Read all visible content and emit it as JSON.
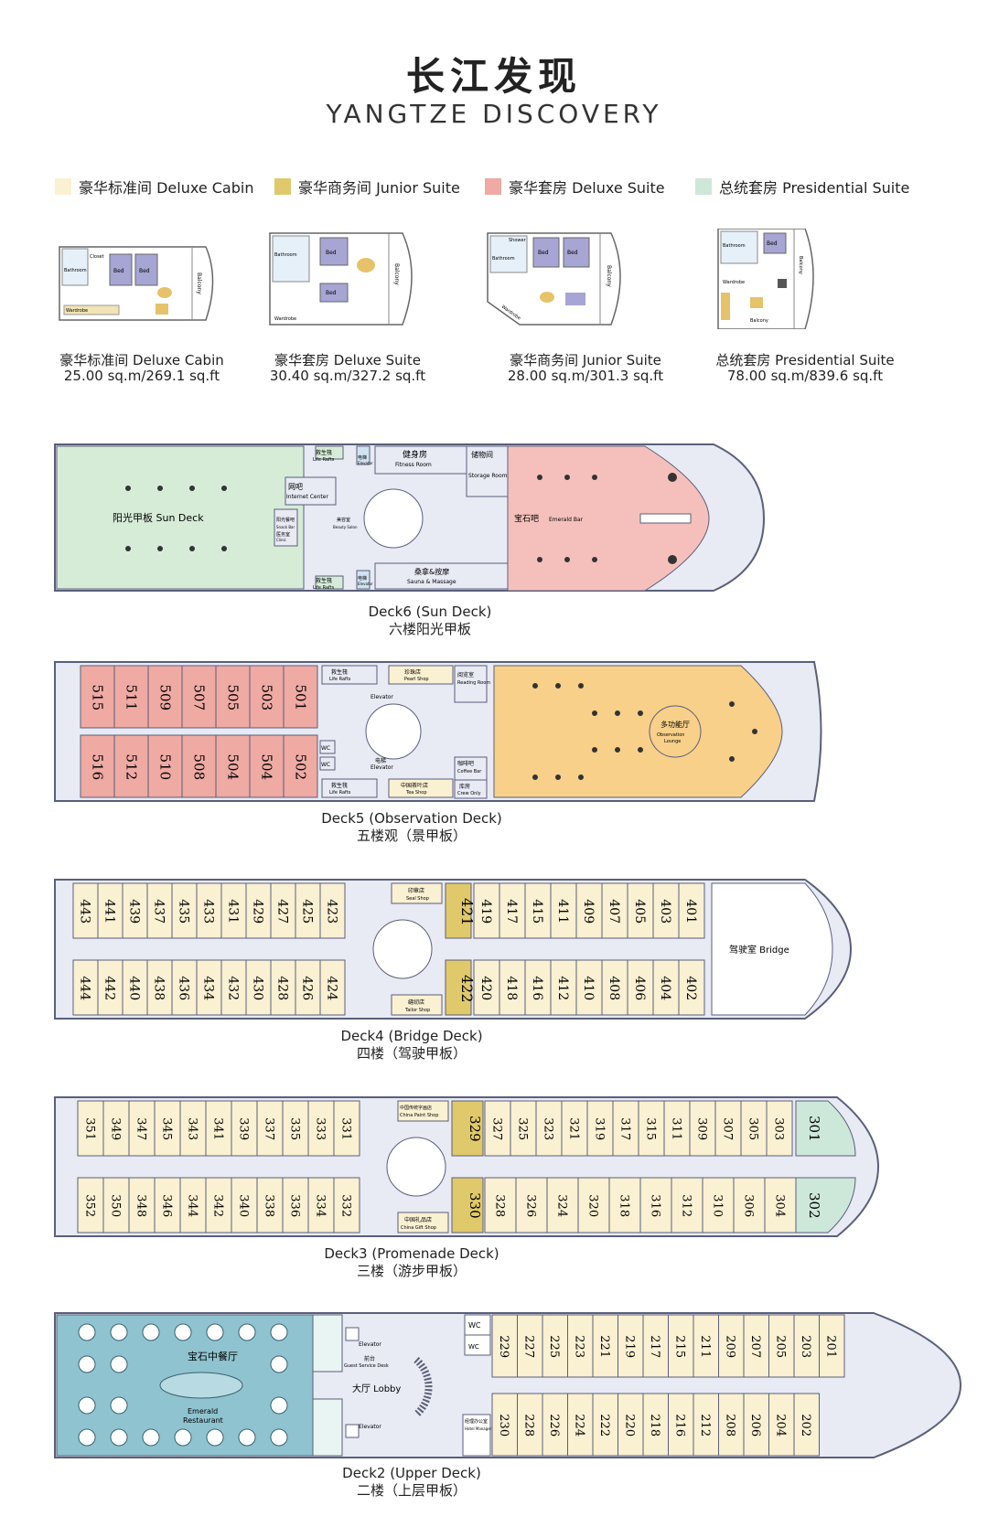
{
  "header": {
    "title_cn": "长江发现",
    "title_en": "YANGTZE DISCOVERY"
  },
  "legend": [
    {
      "label": "豪华标准间 Deluxe Cabin",
      "color": "#faf0d2"
    },
    {
      "label": "豪华商务间 Junior Suite",
      "color": "#e0c96a"
    },
    {
      "label": "豪华套房 Deluxe Suite",
      "color": "#eeaaa3"
    },
    {
      "label": "总统套房 Presidential Suite",
      "color": "#cde8d9"
    }
  ],
  "rooms": [
    {
      "name": "豪华标准间  Deluxe Cabin",
      "size": "25.00 sq.m/269.1 sq.ft",
      "labels": [
        "Bathroom",
        "Closet",
        "Bed",
        "Bed",
        "Balcony",
        "Wardrobe"
      ]
    },
    {
      "name": "豪华套房  Deluxe Suite",
      "size": "30.40 sq.m/327.2 sq.ft",
      "labels": [
        "Bathroom",
        "Bed",
        "Bed",
        "Balcony",
        "Wardrobe"
      ]
    },
    {
      "name": "豪华商务间  Junior Suite",
      "size": "28.00 sq.m/301.3 sq.ft",
      "labels": [
        "Shower",
        "Bathroom",
        "Bed",
        "Bed",
        "Balcony",
        "Wardrobe"
      ]
    },
    {
      "name": "总统套房  Presidential Suite",
      "size": "78.00 sq.m/839.6 sq.ft",
      "labels": [
        "Bathroom",
        "Bed",
        "Balcony",
        "Wardrobe",
        "Balcony"
      ]
    }
  ],
  "colors": {
    "deluxe_cabin": "#faf0d2",
    "junior_suite": "#e0c96a",
    "deluxe_suite": "#eeaaa3",
    "presidential": "#cde8d9",
    "sun_deck": "#d6ecd7",
    "observation": "#f8d08a",
    "restaurant": "#8ec3cf",
    "hull": "#e8eaf4",
    "outline": "#5a5f7a"
  },
  "decks": {
    "deck6": {
      "caption_en": "Deck6 (Sun Deck)",
      "caption_cn": "六楼阳光甲板",
      "sun_deck": "阳光甲板 Sun Deck",
      "life_rafts_cn": "救生筏",
      "life_rafts_en": "Life Rafts",
      "elevator_cn": "电梯",
      "elevator_en": "Elevator",
      "fitness_cn": "健身房",
      "fitness_en": "Fitness Room",
      "storage_cn": "储物间",
      "storage_en": "Storage Room",
      "internet_cn": "网吧",
      "internet_en": "Internet Center",
      "snack_cn": "阳光餐吧",
      "snack_en": "Snack Bar",
      "clinic_cn": "医务室",
      "clinic_en": "Clinic",
      "beauty_cn": "美容室",
      "beauty_en": "Beauty Salon",
      "sauna_cn": "桑拿&按摩",
      "sauna_en": "Sauna & Massage",
      "emerald_bar_cn": "宝石吧",
      "emerald_bar_en": "Emerald Bar"
    },
    "deck5": {
      "caption_en": "Deck5 (Observation Deck)",
      "caption_cn": "五楼观（景甲板）",
      "rooms_top": [
        "515",
        "511",
        "509",
        "507",
        "505",
        "503",
        "501"
      ],
      "rooms_bottom": [
        "516",
        "512",
        "510",
        "508",
        "504",
        "504",
        "502"
      ],
      "life_rafts_cn": "救生筏",
      "life_rafts_en": "Life Rafts",
      "elevator_cn": "电梯",
      "elevator_en": "Elevator",
      "pearl_cn": "珍珠店",
      "pearl_en": "Pearl Shop",
      "tea_cn": "中国茶叶店",
      "tea_en": "Tea Shop",
      "reading_cn": "阅览室",
      "reading_en": "Reading Room",
      "coffee_cn": "咖啡吧",
      "coffee_en": "Coffee Bar",
      "crew_cn": "库房",
      "crew_en": "Crew Only",
      "wc": "WC",
      "lounge_cn": "多功能厅",
      "lounge_en1": "Observation",
      "lounge_en2": "Lounge"
    },
    "deck4": {
      "caption_en": "Deck4 (Bridge Deck)",
      "caption_cn": "四楼（驾驶甲板）",
      "rooms_top_left": [
        "443",
        "441",
        "439",
        "437",
        "435",
        "433",
        "431",
        "429",
        "427",
        "425",
        "423"
      ],
      "rooms_bottom_left": [
        "444",
        "442",
        "440",
        "438",
        "436",
        "434",
        "432",
        "430",
        "428",
        "426",
        "424"
      ],
      "rooms_top_right": [
        "419",
        "417",
        "415",
        "411",
        "409",
        "407",
        "405",
        "403",
        "401"
      ],
      "rooms_bottom_right": [
        "420",
        "418",
        "416",
        "412",
        "410",
        "408",
        "406",
        "404",
        "402"
      ],
      "suite_top": "421",
      "suite_bottom": "422",
      "seal_cn": "印章店",
      "seal_en": "Seal Shop",
      "tailor_cn": "缝纫店",
      "tailor_en": "Tailor Shop",
      "bridge": "驾驶室 Bridge"
    },
    "deck3": {
      "caption_en": "Deck3 (Promenade Deck)",
      "caption_cn": "三楼（游步甲板）",
      "rooms_top_left": [
        "351",
        "349",
        "347",
        "345",
        "343",
        "341",
        "339",
        "337",
        "335",
        "333",
        "331"
      ],
      "rooms_bottom_left": [
        "352",
        "350",
        "348",
        "346",
        "344",
        "342",
        "340",
        "338",
        "336",
        "334",
        "332"
      ],
      "rooms_top_right": [
        "327",
        "325",
        "323",
        "321",
        "319",
        "317",
        "315",
        "311",
        "309",
        "307",
        "305",
        "303"
      ],
      "rooms_bottom_right": [
        "328",
        "326",
        "324",
        "320",
        "318",
        "316",
        "312",
        "310",
        "306",
        "304"
      ],
      "suite_top": "329",
      "suite_bottom": "330",
      "pres_top": "301",
      "pres_bottom": "302",
      "paint_cn": "中国传统字画店",
      "paint_en": "China Paint Shop",
      "gift_cn": "中国礼品店",
      "gift_en": "China Gift Shop"
    },
    "deck2": {
      "caption_en": "Deck2 (Upper Deck)",
      "caption_cn": "二楼（上层甲板）",
      "restaurant_cn": "宝石中餐厅",
      "restaurant_en1": "Emerald",
      "restaurant_en2": "Restaurant",
      "elevator_en": "Elevator",
      "front_desk_cn": "前台",
      "front_desk_en": "Guest Service Desk",
      "lobby": "大厅 Lobby",
      "wc": "WC",
      "office_cn": "经理办公室",
      "office_en": "Hotel Manager Offices",
      "rooms_top": [
        "229",
        "227",
        "225",
        "223",
        "221",
        "219",
        "217",
        "215",
        "211",
        "209",
        "207",
        "205",
        "203",
        "201"
      ],
      "rooms_bottom": [
        "230",
        "228",
        "226",
        "224",
        "222",
        "220",
        "218",
        "216",
        "212",
        "208",
        "206",
        "204",
        "202"
      ]
    }
  }
}
